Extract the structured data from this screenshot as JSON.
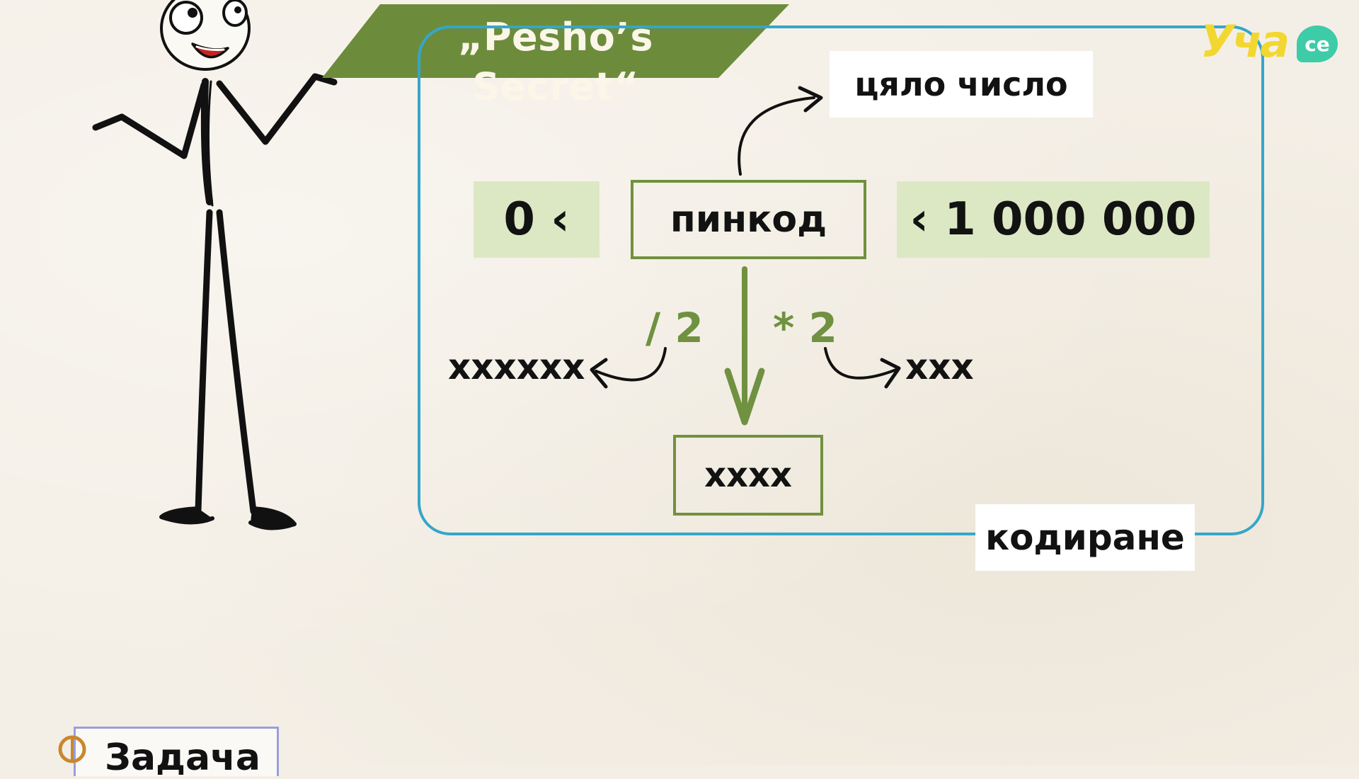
{
  "banner": {
    "title": "„Pesho’s Secret“"
  },
  "diagram": {
    "whole_number_label": "цяло число",
    "lower_bound": "0 ‹",
    "pin_label": "пинкод",
    "upper_bound": "‹ 1 000 000",
    "divide_op": "/ 2",
    "multiply_op": "* 2",
    "divide_result": "xxxxxx",
    "multiply_result": "xxx",
    "result": "xxxx",
    "encoding_label": "кодиране"
  },
  "logo": {
    "text": "Уча",
    "badge": "се"
  },
  "footer": {
    "task_label": "Задача"
  },
  "icons": [
    "stick-figure",
    "logo-icon",
    "task-icon"
  ],
  "colors": {
    "banner_green": "#6c8c3c",
    "frame_blue": "#35a6c9",
    "light_green": "#dce8c4",
    "box_outline_green": "#71913e",
    "logo_yellow": "#f2d730",
    "logo_teal": "#3ecba8"
  }
}
